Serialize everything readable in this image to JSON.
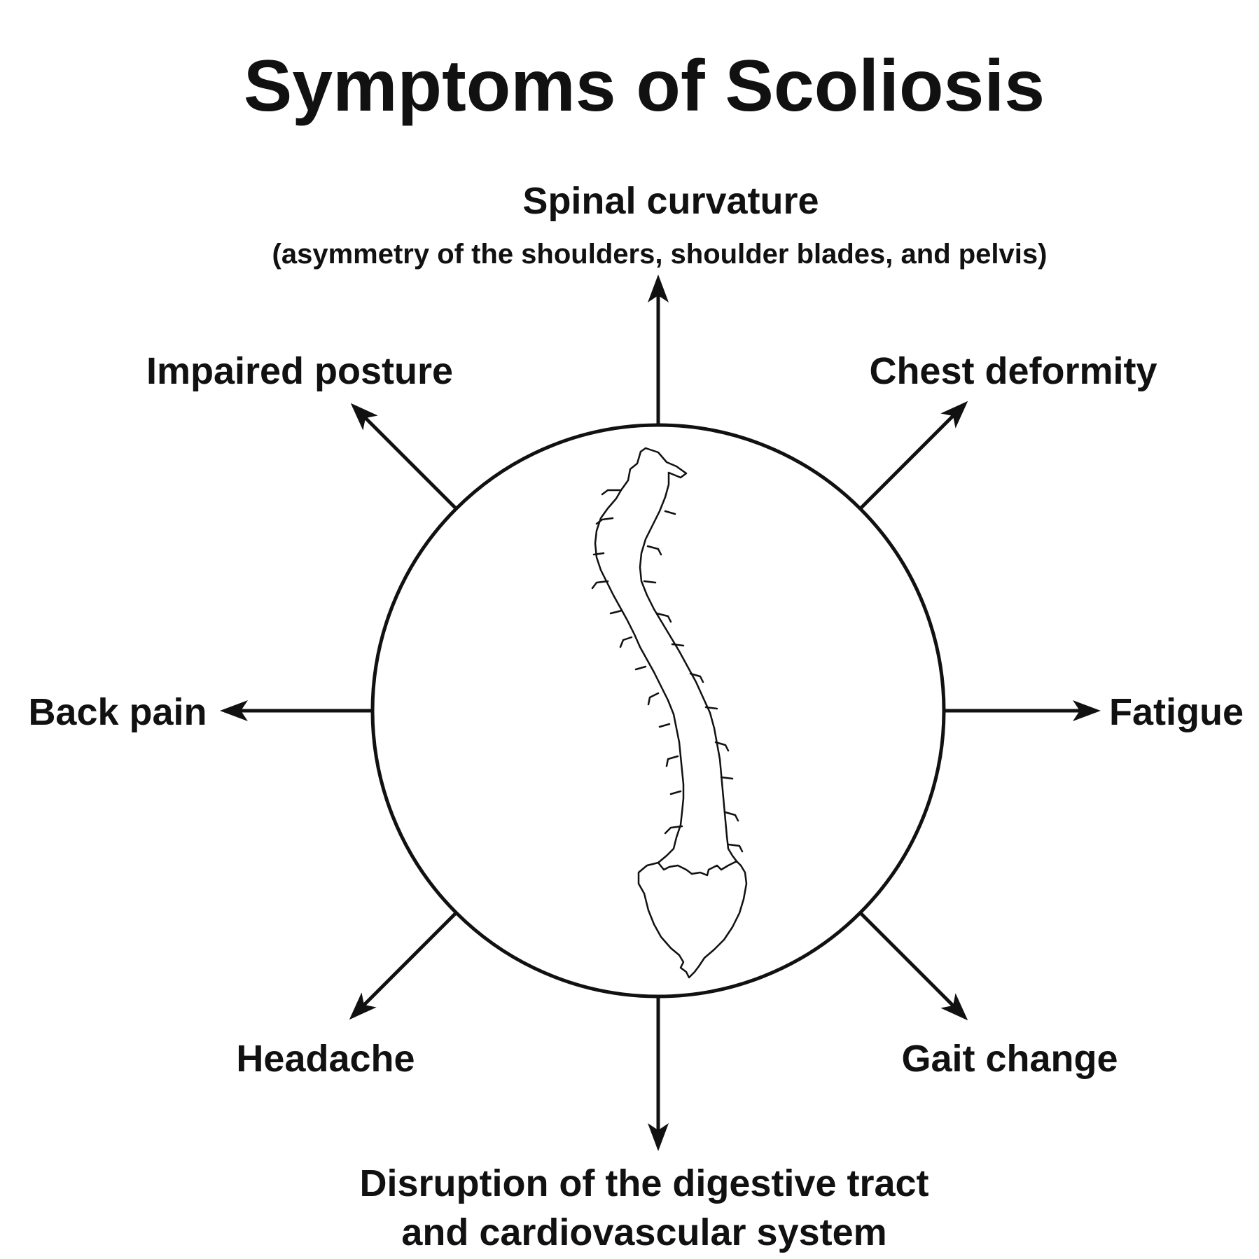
{
  "title": "Symptoms of Scoliosis",
  "symptoms": {
    "top": {
      "label": "Spinal curvature",
      "detail": "(asymmetry of the shoulders, shoulder blades, and pelvis)"
    },
    "top_left": {
      "label": "Impaired posture"
    },
    "top_right": {
      "label": "Chest deformity"
    },
    "left": {
      "label": "Back pain"
    },
    "right": {
      "label": "Fatigue"
    },
    "bottom_left": {
      "label": "Headache"
    },
    "bottom_right": {
      "label": "Gait change"
    },
    "bottom": {
      "line1": "Disruption of the digestive tract",
      "line2": "and cardiovascular system"
    }
  },
  "center_icon": "curved-spine-icon",
  "colors": {
    "ink": "#111111",
    "background": "#ffffff"
  }
}
